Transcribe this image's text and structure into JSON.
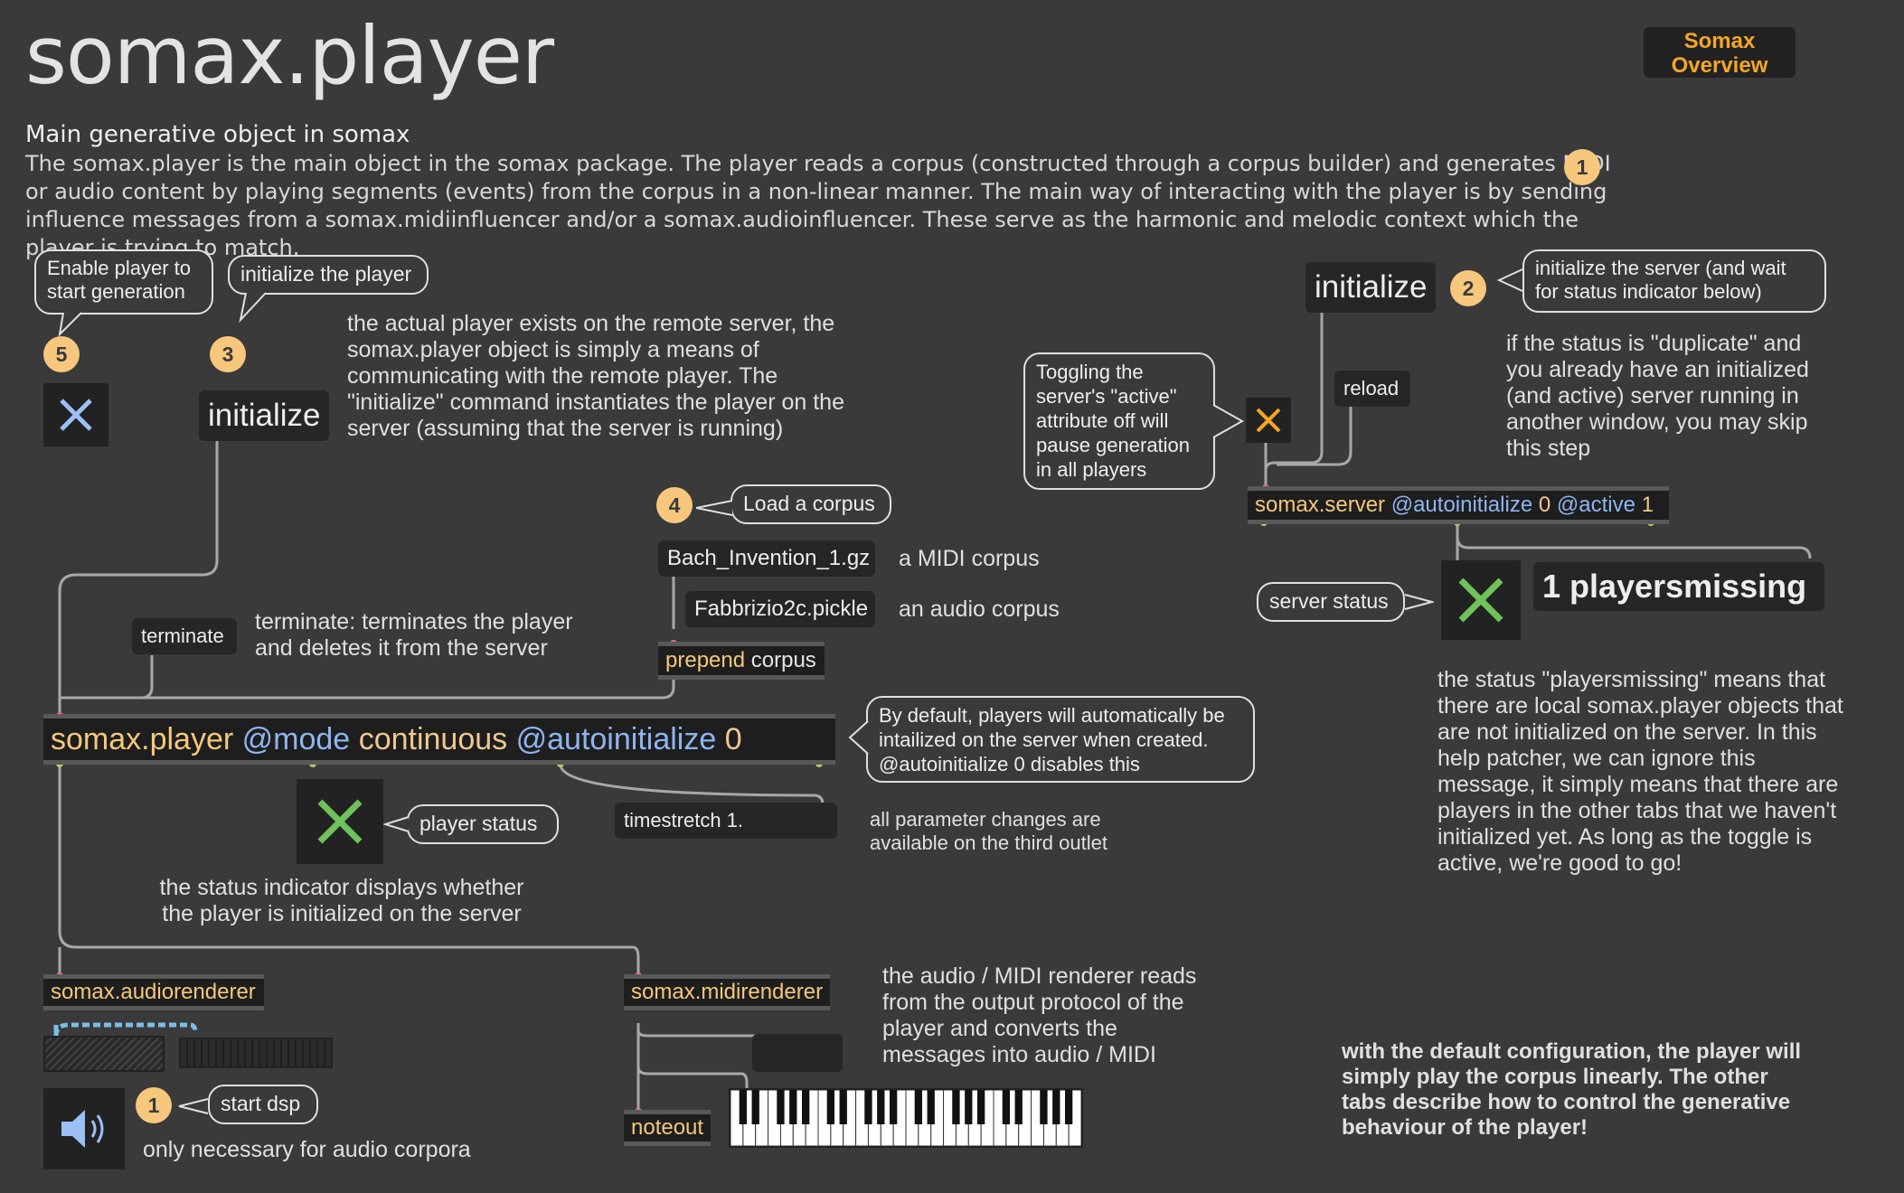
{
  "header": {
    "title": "somax.player",
    "subtitle": "Main generative object in somax",
    "description": "The somax.player is the main object in the somax package. The player reads a corpus (constructed through a corpus builder) and generates MIDI or audio content by playing segments (events) from the corpus in a non-linear manner. The main way of interacting with the player is by sending influence messages from a somax.midiinfluencer and/or a somax.audioinfluencer. These serve as the harmonic and melodic context which the player is trying to match.",
    "overview_button": "Somax\nOverview"
  },
  "steps": {
    "enable_player": {
      "number": "5",
      "bubble": "Enable player to start generation"
    },
    "init_player": {
      "number": "3",
      "bubble": "initialize the player",
      "message": "initialize"
    },
    "load_corpus": {
      "number": "4",
      "bubble": "Load a corpus"
    },
    "init_server": {
      "number": "2",
      "bubble": "initialize the server (and wait for status indicator below)",
      "message": "initialize"
    },
    "start_dsp": {
      "number": "1",
      "bubble": "start dsp"
    },
    "top_badge": "1"
  },
  "notes": {
    "remote_player": "the actual player exists on the remote server, the somax.player object is simply a means of communicating with the remote player. The \"initialize\" command instantiates the player on the server (assuming that the server is running)",
    "terminate": "terminate: terminates the player and deletes it from the server",
    "midi_corpus": "a MIDI corpus",
    "audio_corpus": "an audio corpus",
    "autoinit": "By default, players will automatically be intailized on the server when created. @autoinitialize 0 disables this",
    "player_status": "player status",
    "status_indicator": "the status indicator displays whether the player is initialized on the server",
    "third_outlet": "all parameter changes are available on the third outlet",
    "renderer": "the audio / MIDI renderer reads from the output protocol of the player and converts the messages into audio / MIDI",
    "audio_only": "only necessary for audio corpora",
    "toggling_server": "Toggling the server's \"active\" attribute off will pause generation in all players",
    "duplicate": "if the status is \"duplicate\" and you already have an initialized (and active) server running in another window, you may skip this step",
    "server_status": "server status",
    "playersmissing": "the status \"playersmissing\" means that there are local somax.player objects that are not initialized on the server. In this help patcher, we can ignore this message, it simply means that there are players in the other tabs that we haven't initialized yet. As long as the toggle is active, we're good to go!",
    "default_config": "with the default configuration, the player will simply play the corpus linearly. The other tabs describe how to control the generative behaviour of the player!"
  },
  "messages": {
    "terminate": "terminate",
    "bach": "Bach_Invention_1.gz",
    "fabbrizio": "Fabbrizio2c.pickle",
    "reload": "reload",
    "timestretch": "timestretch 1.",
    "status_text": "1 playersmissing"
  },
  "objects": {
    "prepend": {
      "name": "prepend",
      "arg": "corpus"
    },
    "player": {
      "name": "somax.player",
      "attr1": "@mode",
      "val1": "continuous",
      "attr2": "@autoinitialize",
      "val2": "0"
    },
    "server": {
      "name": "somax.server",
      "attr1": "@autoinitialize",
      "val1": "0",
      "attr2": "@active",
      "val2": "1"
    },
    "audiorenderer": "somax.audiorenderer",
    "midirenderer": "somax.midirenderer",
    "noteout": "noteout"
  },
  "colors": {
    "background": "#3a3a3a",
    "accent_orange": "#f5a623",
    "step_badge": "#f7c77e",
    "toggle_blue": "#9cc0f5",
    "toggle_green": "#6fc25b",
    "attr_blue": "#8fb5f0",
    "object_name": "#f5c87a"
  },
  "icons": [
    "toggle-x-icon",
    "speaker-icon",
    "keyboard-icon",
    "meter-icon"
  ]
}
